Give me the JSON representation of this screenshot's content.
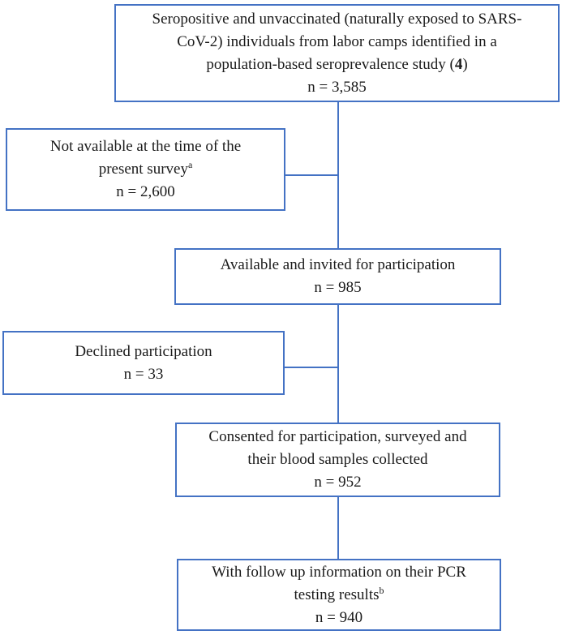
{
  "figure": {
    "type": "participant-flow-diagram",
    "background": "#ffffff",
    "border_color": "#4472C4",
    "line_color": "#4472C4",
    "text_color": "#1a1a1a"
  },
  "boxes": [
    {
      "name": "source-population",
      "text": "Seropositive and unvaccinated (naturally exposed to SARS-\nCoV-2) individuals from labor camps identified in a\npopulation-based seroprevalence study (",
      "bold": "4",
      "text_after": ")",
      "sup": "",
      "count": "n = 3,585"
    },
    {
      "name": "not-available",
      "text": "Not available at the time of the\npresent survey",
      "bold": "",
      "text_after": "",
      "sup": "a",
      "count": "n = 2,600"
    },
    {
      "name": "invited",
      "text": "Available and invited for participation",
      "bold": "",
      "text_after": "",
      "sup": "",
      "count": "n = 985"
    },
    {
      "name": "declined",
      "text": "Declined participation",
      "bold": "",
      "text_after": "",
      "sup": "",
      "count": "n = 33"
    },
    {
      "name": "consented",
      "text": "Consented for participation, surveyed and\ntheir blood samples collected",
      "bold": "",
      "text_after": "",
      "sup": "",
      "count": "n = 952"
    },
    {
      "name": "followup",
      "text": "With follow up information on their PCR\ntesting results",
      "bold": "",
      "text_after": "",
      "sup": "b",
      "count": "n = 940"
    }
  ]
}
